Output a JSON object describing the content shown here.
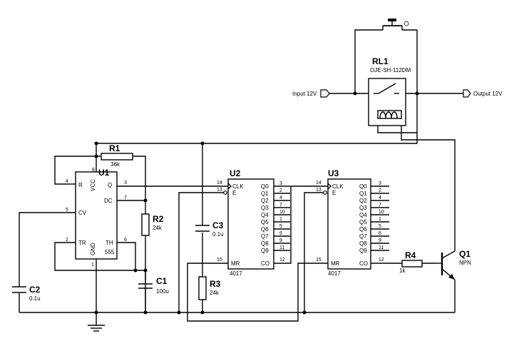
{
  "components": {
    "u1": {
      "ref": "U1",
      "part": "555",
      "pins": {
        "vcc": "VCC",
        "r": "R",
        "q": "Q",
        "dc": "DC",
        "cv": "CV",
        "tr": "TR",
        "th": "TH",
        "gnd": "GND"
      },
      "pin_numbers": {
        "p8": "8",
        "p4": "4",
        "p3": "3",
        "p7": "7",
        "p5": "5",
        "p2": "2",
        "p6": "6",
        "p1": "1"
      }
    },
    "u2": {
      "ref": "U2",
      "part": "4017",
      "pins": {
        "clk": "CLK",
        "e": "E",
        "mr": "MR",
        "co": "CO",
        "outs": [
          "Q0",
          "Q1",
          "Q2",
          "Q3",
          "Q4",
          "Q5",
          "Q6",
          "Q7",
          "Q8",
          "Q9"
        ]
      },
      "pin_numbers": {
        "clk": "14",
        "e": "13",
        "mr": "15",
        "co": "12",
        "outs": [
          "3",
          "2",
          "4",
          "7",
          "10",
          "1",
          "5",
          "6",
          "9",
          "11"
        ]
      }
    },
    "u3": {
      "ref": "U3",
      "part": "4017",
      "pins": {
        "clk": "CLK",
        "e": "E",
        "mr": "MR",
        "co": "CO",
        "outs": [
          "Q0",
          "Q1",
          "Q2",
          "Q3",
          "Q4",
          "Q5",
          "Q6",
          "Q7",
          "Q8",
          "Q9"
        ]
      },
      "pin_numbers": {
        "clk": "14",
        "e": "13",
        "mr": "15",
        "co": "12",
        "outs": [
          "3",
          "2",
          "4",
          "7",
          "10",
          "1",
          "5",
          "6",
          "9",
          "11"
        ]
      }
    },
    "r1": {
      "ref": "R1",
      "value": "36k"
    },
    "r2": {
      "ref": "R2",
      "value": "24k"
    },
    "r3": {
      "ref": "R3",
      "value": "24k"
    },
    "r4": {
      "ref": "R4",
      "value": "1k"
    },
    "c1": {
      "ref": "C1",
      "value": "100u"
    },
    "c2": {
      "ref": "C2",
      "value": "0.1u"
    },
    "c3": {
      "ref": "C3",
      "value": "0.1u"
    },
    "q1": {
      "ref": "Q1",
      "type": "NPN"
    },
    "rl1": {
      "ref": "RL1",
      "part": "OJE-SH-112DM"
    }
  },
  "terminals": {
    "input": "Input 12V",
    "output": "Output 12V"
  }
}
